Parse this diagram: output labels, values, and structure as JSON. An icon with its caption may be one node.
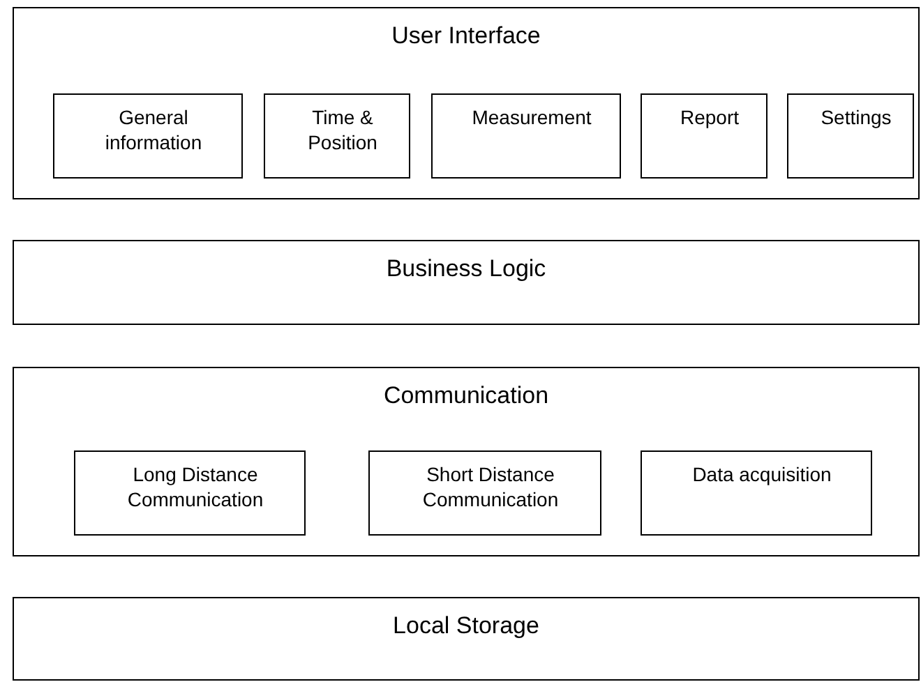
{
  "diagram": {
    "nodes": [
      {
        "text": [
          "User Interface"
        ]
      },
      {
        "text": [
          "General information"
        ],
        "in": 0
      },
      {
        "text": [
          "Time & Position"
        ],
        "in": 0
      },
      {
        "text": [
          "Measurement"
        ],
        "in": 0
      },
      {
        "text": [
          "Report"
        ],
        "in": 0
      },
      {
        "text": [
          "Settings"
        ],
        "in": 0
      },
      {
        "text": [
          "Business Logic"
        ]
      },
      {
        "text": [
          "Communication"
        ]
      },
      {
        "text": [
          "Long Distance Communication"
        ],
        "in": 7
      },
      {
        "text": [
          "Short Distance Communication"
        ],
        "in": 7
      },
      {
        "text": [
          "Data acquisition"
        ],
        "in": 7
      },
      {
        "text": [
          "Local Storage"
        ]
      }
    ]
  }
}
